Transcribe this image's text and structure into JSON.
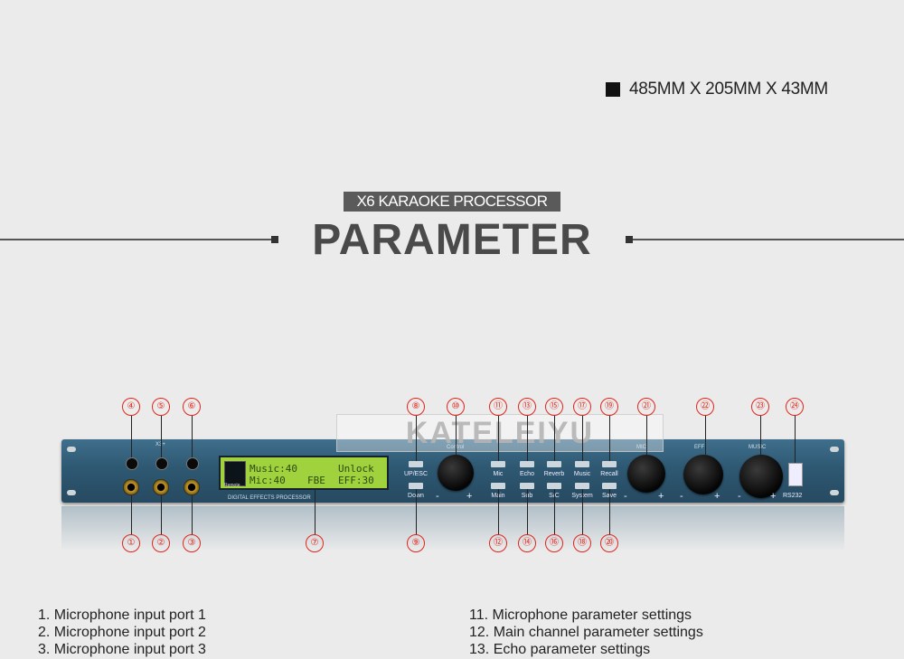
{
  "dimensions": "485MM X 205MM X 43MM",
  "subtitle": "X6 KARAOKE PROCESSOR",
  "title": "PARAMETER",
  "watermark": "KATELEIYU",
  "device": {
    "remote_label": "Remote",
    "lcd_line1_left": "Music:40",
    "lcd_line1_right": "Unlock",
    "lcd_line2_left": "Mic:40",
    "lcd_line2_mid": "FBE",
    "lcd_line2_right": "EFF:30",
    "panel_label": "DIGITAL EFFECTS PROCESSOR",
    "x3_label": "X3+",
    "control_label": "Control",
    "buttons_top": [
      "UP/ESC",
      "Mic",
      "Echo",
      "Reverb",
      "Music",
      "Recall"
    ],
    "buttons_bottom": [
      "Down",
      "Main",
      "Sub",
      "S/C",
      "System",
      "Save"
    ],
    "knob_labels": [
      "MIC",
      "EFF",
      "MUSIC"
    ],
    "minus": "-",
    "plus": "+",
    "usb_label": "RS232"
  },
  "callouts_top": [
    "④",
    "⑤",
    "⑥",
    "⑧",
    "⑩",
    "⑪",
    "⑬",
    "⑮",
    "⑰",
    "⑲",
    "㉑",
    "㉒",
    "㉓",
    "㉔"
  ],
  "callouts_bottom": [
    "①",
    "②",
    "③",
    "⑦",
    "⑨",
    "⑫",
    "⑭",
    "⑯",
    "⑱",
    "⑳"
  ],
  "legend_left": [
    "1. Microphone input port 1",
    "2. Microphone input port 2",
    "3. Microphone input port 3"
  ],
  "legend_right": [
    "11. Microphone parameter settings",
    "12. Main channel parameter settings",
    "13. Echo parameter settings"
  ],
  "colors": {
    "accent": "#e0261b",
    "device": "#2e5872",
    "lcd": "#9fd23c"
  }
}
